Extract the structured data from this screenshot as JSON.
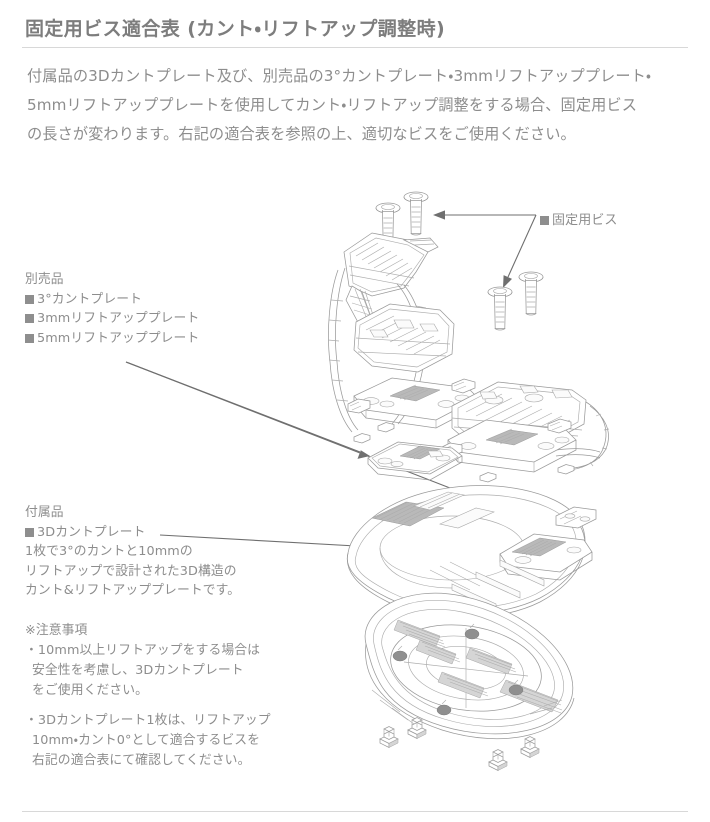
{
  "header": {
    "title_main": "固定用ビス適合表",
    "title_sub": "(カント・リフトアップ調整時)"
  },
  "intro": {
    "paragraph": "付属品の3Dカントプレート及び、別売品の3°カントプレート・3mmリフトアッププレート・5mmリフトアッププレートを使用してカント・リフトアップ調整をする場合、固定用ビスの長さが変わります。右記の適合表を参照の上、適切なビスをご使用ください。"
  },
  "annotations": {
    "optional": {
      "heading": "別売品",
      "items": [
        "3°カントプレート",
        "3mmリフトアッププレート",
        "5mmリフトアッププレート"
      ]
    },
    "included": {
      "heading": "付属品",
      "items": [
        "3Dカントプレート"
      ],
      "description_lines": [
        "1枚で3°のカントと10mmの",
        "リフトアップで設計された3D構造の",
        "カント&リフトアッププレートです。"
      ]
    },
    "caution": {
      "heading": "※注意事項",
      "note1_lines": [
        "・10mm以上リフトアップをする場合は",
        "安全性を考慮し、3Dカントプレート",
        "をご使用ください。"
      ],
      "note2_lines": [
        "・3Dカントプレート1枚は、リフトアップ",
        "10mm・カント0°として適合するビスを",
        "右記の適合表にて確認してください。"
      ]
    },
    "screw_label": "固定用ビス"
  },
  "colors": {
    "title": "#7d7d7d",
    "body_text": "#8d8d8d",
    "bullet_square": "#8e8e8e",
    "rule": "#d8d8d8",
    "line_art": "#9a9a9a",
    "leader": "#6f6f6f",
    "background": "#ffffff"
  },
  "illustration": {
    "name": "exploded-view-snowboard-binding-cant-plates",
    "parts": [
      "binding-assembly-upper",
      "binding-baseplate-right",
      "cant-plate-flat",
      "3d-cant-plate",
      "board-insert-disc",
      "mounting-screws",
      "threaded-inserts"
    ]
  }
}
